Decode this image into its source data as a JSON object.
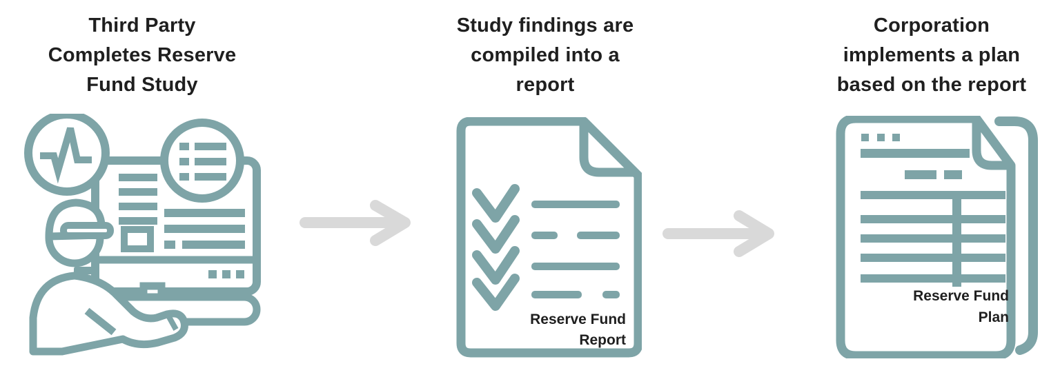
{
  "colors": {
    "icon_teal": "#7ea4a7",
    "arrow_gray": "#d9d9d9",
    "text_dark": "#1f1f1f",
    "background": "#ffffff"
  },
  "steps": [
    {
      "heading_lines": [
        "Third Party",
        "Completes Reserve",
        "Fund Study"
      ],
      "icon": "analyst-at-computer-icon"
    },
    {
      "heading_lines": [
        "Study findings are",
        "compiled into a",
        "report"
      ],
      "icon": "report-document-icon",
      "document_label_lines": [
        "Reserve Fund",
        "Report"
      ]
    },
    {
      "heading_lines": [
        "Corporation",
        "implements a plan",
        "based on the report"
      ],
      "icon": "plan-document-icon",
      "document_label_lines": [
        "Reserve Fund",
        "Plan"
      ]
    }
  ],
  "arrows": [
    {
      "name": "arrow-step1-to-step2",
      "direction": "right"
    },
    {
      "name": "arrow-step2-to-step3",
      "direction": "right"
    }
  ]
}
